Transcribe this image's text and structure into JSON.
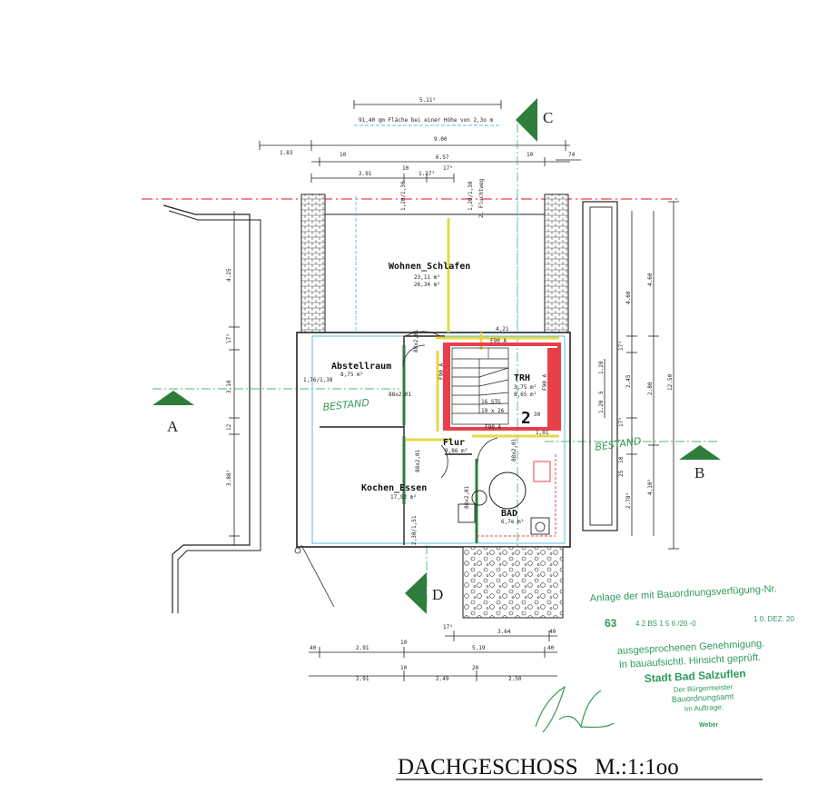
{
  "title": "DACHGESCHOSS   M.:1:1oo",
  "section_marks": {
    "a": "A",
    "b": "B",
    "c": "C",
    "d": "D"
  },
  "rooms": {
    "wohnen": {
      "name": "Wohnen_Schlafen",
      "area1": "23,11 m²",
      "area2": "26,34 m²"
    },
    "abstell": {
      "name": "Abstellraum",
      "area": "8,75 m²"
    },
    "trh": {
      "name": "TRH",
      "area1": "3,75 m²",
      "area2": "8,65 m²"
    },
    "flur": {
      "name": "Flur",
      "area": "9,86 m²"
    },
    "kochen": {
      "name": "Kochen_Essen",
      "area": "17,92 m²"
    },
    "bad": {
      "name": "BAD",
      "area": "6,7e m²"
    }
  },
  "labels": {
    "note": "91,40 qm Fläche bei einer Höhe von 2,3o m",
    "f90_top": "F90 A",
    "f90_mid": "F90 A",
    "f90_left": "F90 A",
    "f90_right": "F90 A",
    "stairs": "16 STG",
    "stairs_ratio": "19 x 26",
    "stair_num": "2",
    "stair_sup": "30",
    "window_left": "1,76/1,38",
    "window_bottom": "2,30/1,51",
    "window_top1": "1,20/1,30",
    "window_top2": "1,20/1,30",
    "rescue": "2. Fluchtweg",
    "door1": "88x2,01",
    "door2": "88x2,01",
    "door3": "88x2,01",
    "door4": "88x2,01",
    "door5": "88x2,01",
    "door6": "1,01",
    "dim_421": "4,21",
    "bestand1": "BESTAND",
    "bestand2": "BESTAND"
  },
  "dims_top": {
    "d511": "5.11⁵",
    "d900": "9.00",
    "d183": "1.83",
    "d657": "6.57",
    "d10a": "10",
    "d10b": "10",
    "d74": "74",
    "d291": "2.91",
    "d10c": "10",
    "d137": "1.37⁵",
    "d175": "17⁵"
  },
  "dims_left": {
    "l425": "4.25",
    "l17": "17⁵",
    "l310": "3.10",
    "l12": "12",
    "l388": "3.88⁵"
  },
  "dims_right": {
    "r460a": "4.60",
    "r460b": "4.60",
    "r175a": "17⁵",
    "r120a": "1.20",
    "r5": "5",
    "r120b": "1.20",
    "r245": "2.45",
    "r280": "2.80",
    "r1250": "12.50",
    "r175b": "17⁵",
    "r10": "10",
    "r25": "25",
    "r410": "4.10⁵",
    "r278": "2.78⁵"
  },
  "dims_bottom": {
    "b175": "17⁵",
    "b364": "3.64",
    "b40a": "40",
    "b40b": "40",
    "b291a": "2.91",
    "b10a": "10",
    "b519": "5.19",
    "b40c": "40",
    "b291b": "2.91",
    "b10b": "10",
    "b249": "2.49",
    "b20": "20",
    "b250": "2.50"
  },
  "stamp": {
    "line1": "Anlage der mit Bauordnungsverfügung-Nr.",
    "num": "63",
    "ref": "4 2 BS 1 5 6 /20 -0",
    "date": "1 0. DEZ. 20",
    "line2": "ausgesprochenen Genehmigung.",
    "line3": "In bauaufsichtl. Hinsicht geprüft.",
    "city": "Stadt Bad Salzuflen",
    "mayor": "Der Bürgermeister",
    "office": "Bauordnungsamt",
    "order": "Im Auftrage:",
    "name": "Weber"
  },
  "colors": {
    "ink": "#222222",
    "red": "#e8404a",
    "green": "#2e7d3a",
    "cyan": "#5bbde0",
    "yellow": "#e4d84a",
    "stamp": "#2e9a5a"
  }
}
